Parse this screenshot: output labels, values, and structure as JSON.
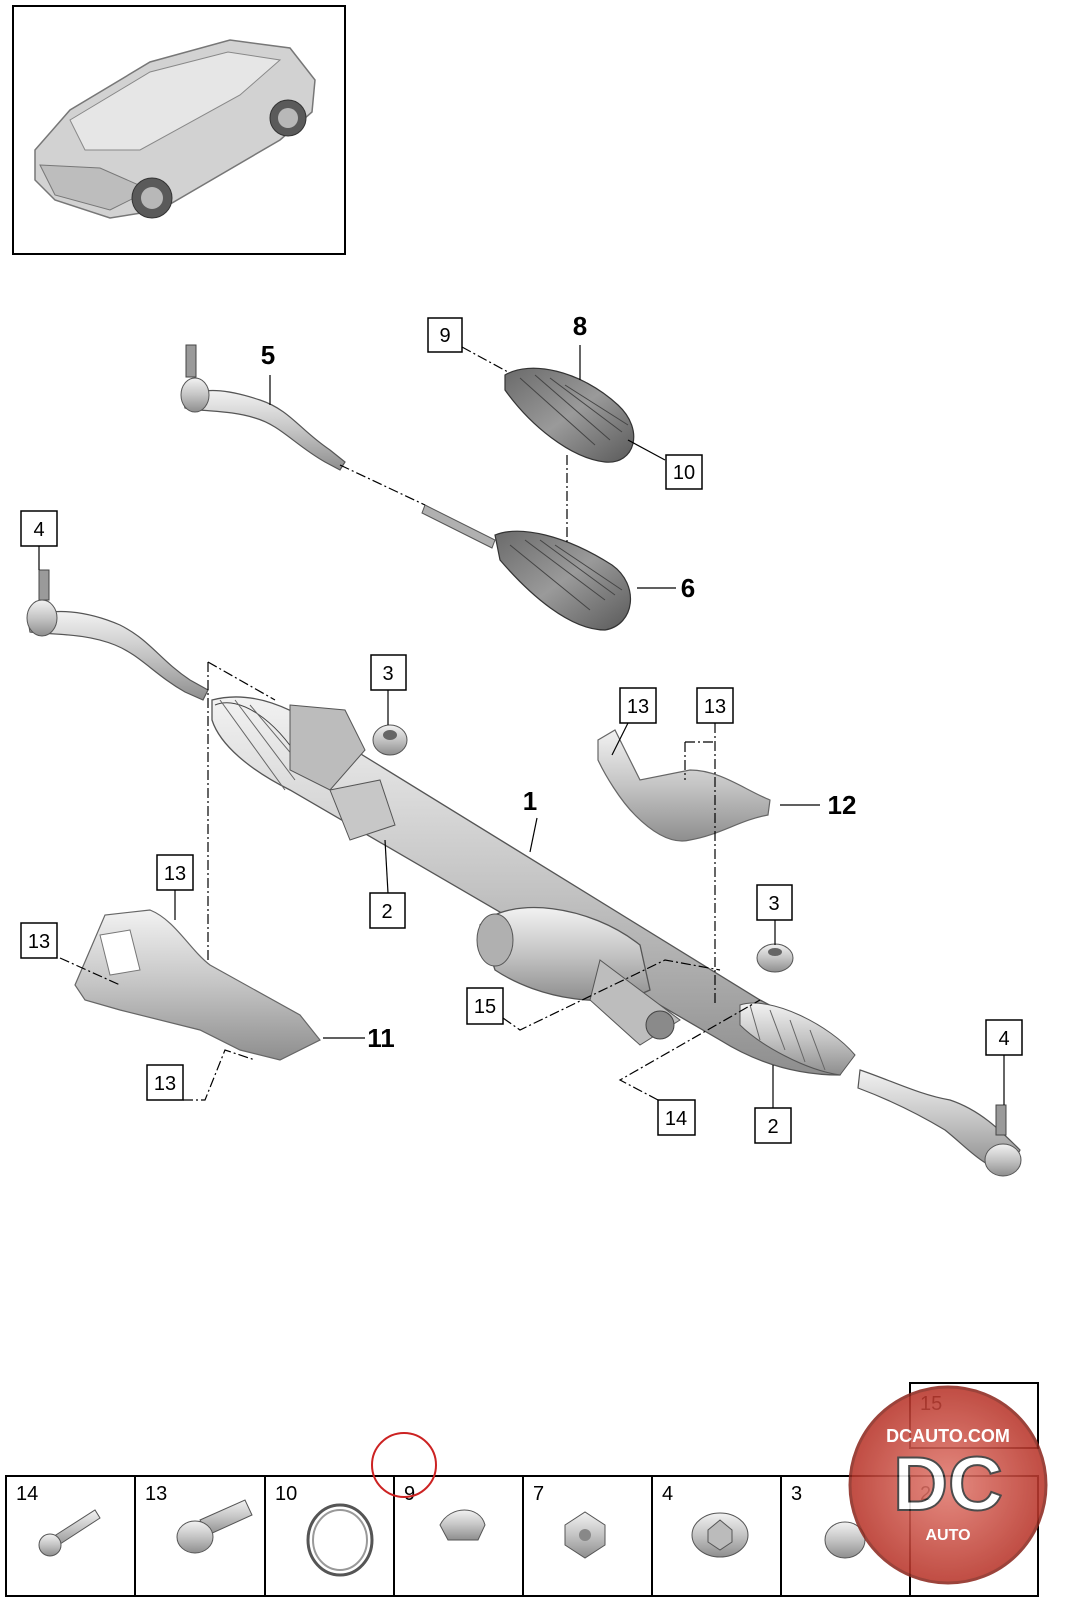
{
  "callouts": {
    "label_9": "9",
    "label_8": "8",
    "label_5": "5",
    "label_10": "10",
    "label_4_left": "4",
    "label_6": "6",
    "label_3_top": "3",
    "label_13_a": "13",
    "label_13_b": "13",
    "label_12": "12",
    "label_1": "1",
    "label_13_c": "13",
    "label_2_upper": "2",
    "label_3_right": "3",
    "label_13_d": "13",
    "label_15": "15",
    "label_11": "11",
    "label_4_right": "4",
    "label_13_e": "13",
    "label_14": "14",
    "label_2_lower": "2"
  },
  "parts_strip": {
    "cells": [
      "14",
      "13",
      "10",
      "9",
      "7",
      "4",
      "3",
      "2"
    ],
    "extra_cell": "15"
  },
  "watermark": {
    "site": "DCAUTO.COM",
    "mark": "DC",
    "sub": "AUTO"
  },
  "colors": {
    "line": "#000000",
    "part_fill": "#cfcfcf",
    "part_dark": "#8a8a8a",
    "highlight_circle": "#cc2222",
    "logo_red": "#c0392b"
  }
}
